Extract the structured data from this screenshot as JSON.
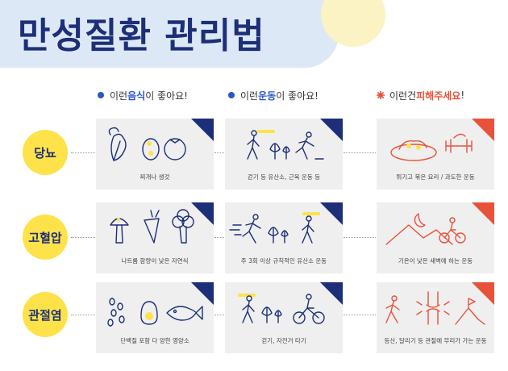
{
  "title": "만성질환 관리법",
  "columns": [
    {
      "pre": "이런 ",
      "highlight": "음식",
      "post": "이 좋아요!",
      "tone": "blue"
    },
    {
      "pre": "이런 ",
      "highlight": "운동",
      "post": "이 좋아요!",
      "tone": "blue"
    },
    {
      "pre": "이런건 ",
      "highlight": "피해주세요",
      "post": "!",
      "tone": "red"
    }
  ],
  "rows": [
    {
      "label": "당뇨",
      "cards": [
        {
          "caption": "찌개나 생것",
          "icon": "vegetables-egg-tomato-icon"
        },
        {
          "caption": "걷기 등 유산소, 근육 운동 등",
          "icon": "walking-running-icon"
        },
        {
          "caption": "튀기고 볶은 요리 / 과도한 운동",
          "icon": "fried-food-dumbbell-icon"
        }
      ]
    },
    {
      "label": "고혈압",
      "cards": [
        {
          "caption": "나트륨 함량이 낮은 자연식",
          "icon": "mushroom-carrot-broccoli-icon"
        },
        {
          "caption": "주 3회 이상 규칙적인 유산소 운동",
          "icon": "running-walking-icon"
        },
        {
          "caption": "기온이 낮은 새벽에 하는 운동",
          "icon": "night-cycling-icon"
        }
      ]
    },
    {
      "label": "관절염",
      "cards": [
        {
          "caption": "단백질 포함 다 양한 영양소",
          "icon": "beans-egg-fish-icon"
        },
        {
          "caption": "걷기, 자전거 타기",
          "icon": "walking-cycling-icon"
        },
        {
          "caption": "등산, 달리기 등 관절에 무리가 가는 운동",
          "icon": "joint-pain-hiking-icon"
        }
      ]
    }
  ],
  "colors": {
    "navy": "#1c2f78",
    "blue": "#2a55c8",
    "red": "#e8523a",
    "yellow": "#fde24a",
    "card": "#efefef",
    "header_band": "#dde8f7"
  }
}
